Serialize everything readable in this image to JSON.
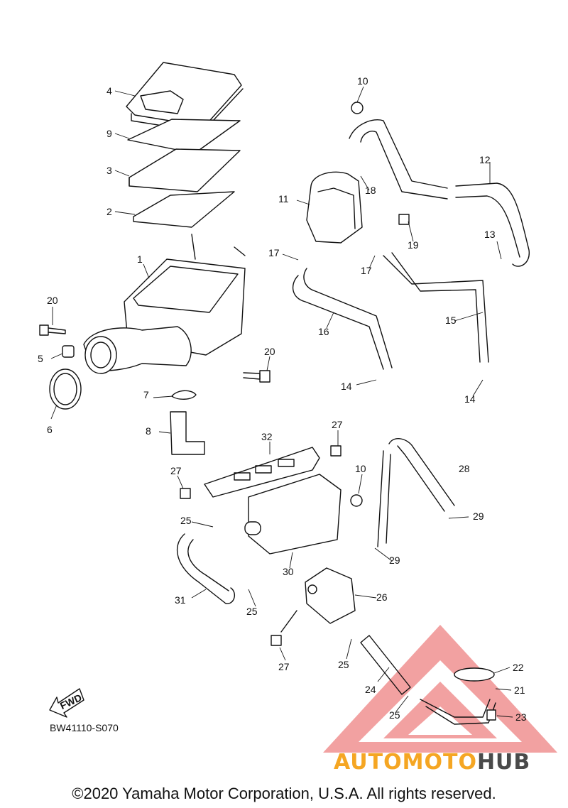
{
  "diagram": {
    "callouts": [
      "1",
      "2",
      "3",
      "4",
      "5",
      "6",
      "7",
      "8",
      "9",
      "10",
      "11",
      "12",
      "13",
      "14",
      "15",
      "16",
      "17",
      "18",
      "19",
      "20",
      "21",
      "22",
      "23",
      "24",
      "25",
      "26",
      "27",
      "28",
      "29",
      "30",
      "31",
      "32"
    ],
    "fwd_label": "FWD",
    "figure_code": "BW41110-S070",
    "copyright": "©2020 Yamaha Motor Corporation, U.S.A. All rights reserved.",
    "watermark": {
      "part1": "AUTO",
      "part2": "MOTO",
      "part3": "HUB",
      "colors": {
        "auto": "#f5a623",
        "moto": "#f5a623",
        "hub": "#4a4a4a",
        "triangle": "#e85555"
      }
    }
  }
}
